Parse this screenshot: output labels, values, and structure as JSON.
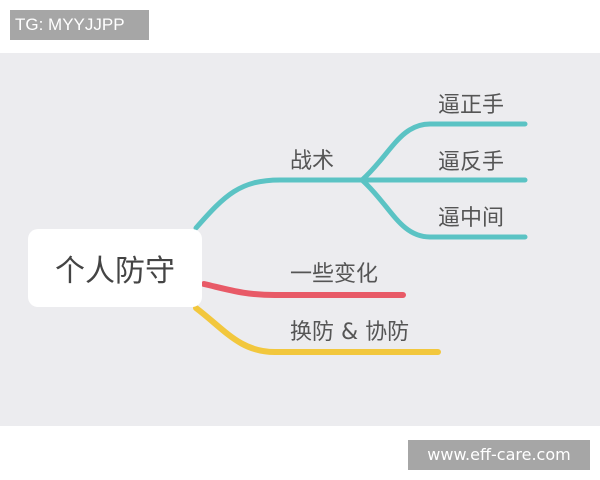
{
  "watermarks": {
    "top": "TG: MYYJJPP",
    "bottom": "www.eff-care.com"
  },
  "mindmap": {
    "root": "个人防守",
    "branches": [
      {
        "label": "战术",
        "color": "#5bc3c4",
        "children": [
          {
            "label": "逼正手"
          },
          {
            "label": "逼反手"
          },
          {
            "label": "逼中间"
          }
        ]
      },
      {
        "label": "一些变化",
        "color": "#e85a67"
      },
      {
        "label": "换防 & 协防",
        "color": "#f2c73d"
      }
    ]
  },
  "colors": {
    "background": "#ececef",
    "node": "#ffffff",
    "text": "#555555"
  }
}
